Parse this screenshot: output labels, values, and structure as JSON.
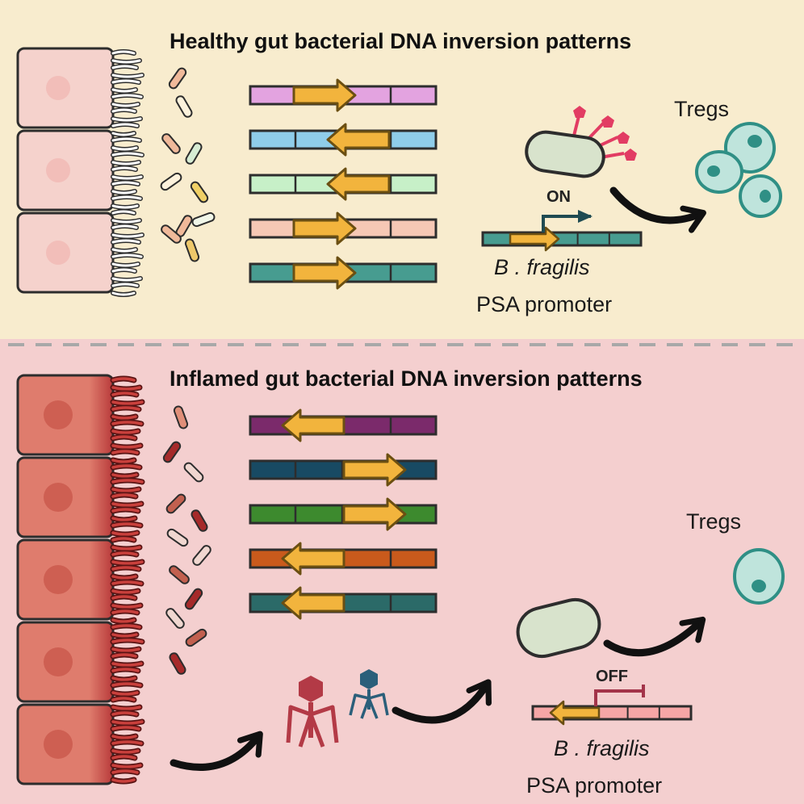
{
  "healthy": {
    "title": "Healthy gut bacterial DNA inversion patterns",
    "cells_label": "Tregs",
    "switch_label": "ON",
    "organism_label": "B . fragilis",
    "promoter_label": "PSA promoter",
    "colors": {
      "background": "#f8ecce",
      "epithelium_fill": "#f5d2cc",
      "strands": [
        "#e3a3e0",
        "#8fcdea",
        "#c7f0c8",
        "#f6c8b5",
        "#479c90"
      ]
    }
  },
  "inflamed": {
    "title": "Inflamed gut bacterial DNA inversion patterns",
    "cells_label": "Tregs",
    "switch_label": "OFF",
    "organism_label": "B . fragilis",
    "promoter_label": "PSA promoter",
    "colors": {
      "background": "#f4cfcf",
      "epithelium_fill": "#df7c6d",
      "strands": [
        "#7b2a6b",
        "#184a63",
        "#3d8a2e",
        "#c95a1c",
        "#2b6a68"
      ]
    }
  },
  "colors": {
    "invertible_segment": "#f2b43d",
    "outline": "#2d2d2d",
    "treg_fill": "#bfe4dc",
    "treg_nucleus": "#2f8f85",
    "bacterium_fill": "#d8e3cc",
    "phage_red": "#b33a46",
    "phage_blue": "#2b5f7a",
    "divider": "#a8a8a8"
  }
}
